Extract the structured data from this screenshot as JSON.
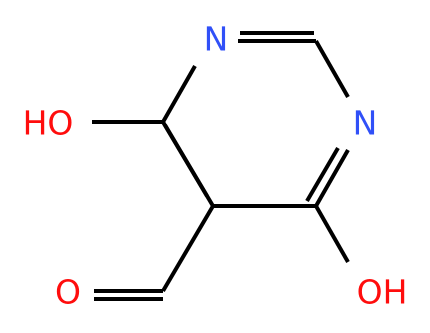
{
  "molecule": {
    "colors": {
      "bond": "#000000",
      "nitrogen": "#3050F8",
      "oxygen": "#FF0D0D",
      "background": "#FFFFFF"
    },
    "atoms": {
      "n_top": "N",
      "n_right": "N",
      "oh_left": "HO",
      "oh_bottom": "OH",
      "o_aldehyde": "O"
    }
  }
}
